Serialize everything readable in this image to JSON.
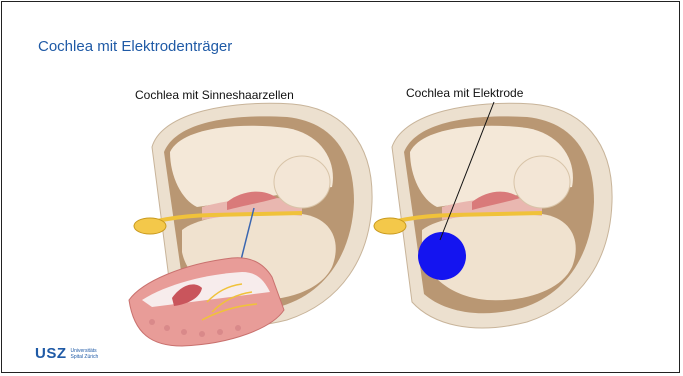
{
  "slide": {
    "title": "Cochlea mit Elektrodenträger",
    "caption_left": "Cochlea mit Sinneshaarzellen",
    "caption_right": "Cochlea mit Elektrode"
  },
  "logo": {
    "mark": "USZ",
    "line1": "Universitäts",
    "line2": "Spital Zürich"
  },
  "colors": {
    "title": "#1f5aa6",
    "electrode": "#1414f0",
    "bone": "#efe2d2",
    "tissue": "#e8a6a0",
    "nerve": "#f2c037"
  },
  "icons": {
    "left_illustration": "cochlea-hair-cells-illustration",
    "right_illustration": "cochlea-electrode-illustration"
  }
}
